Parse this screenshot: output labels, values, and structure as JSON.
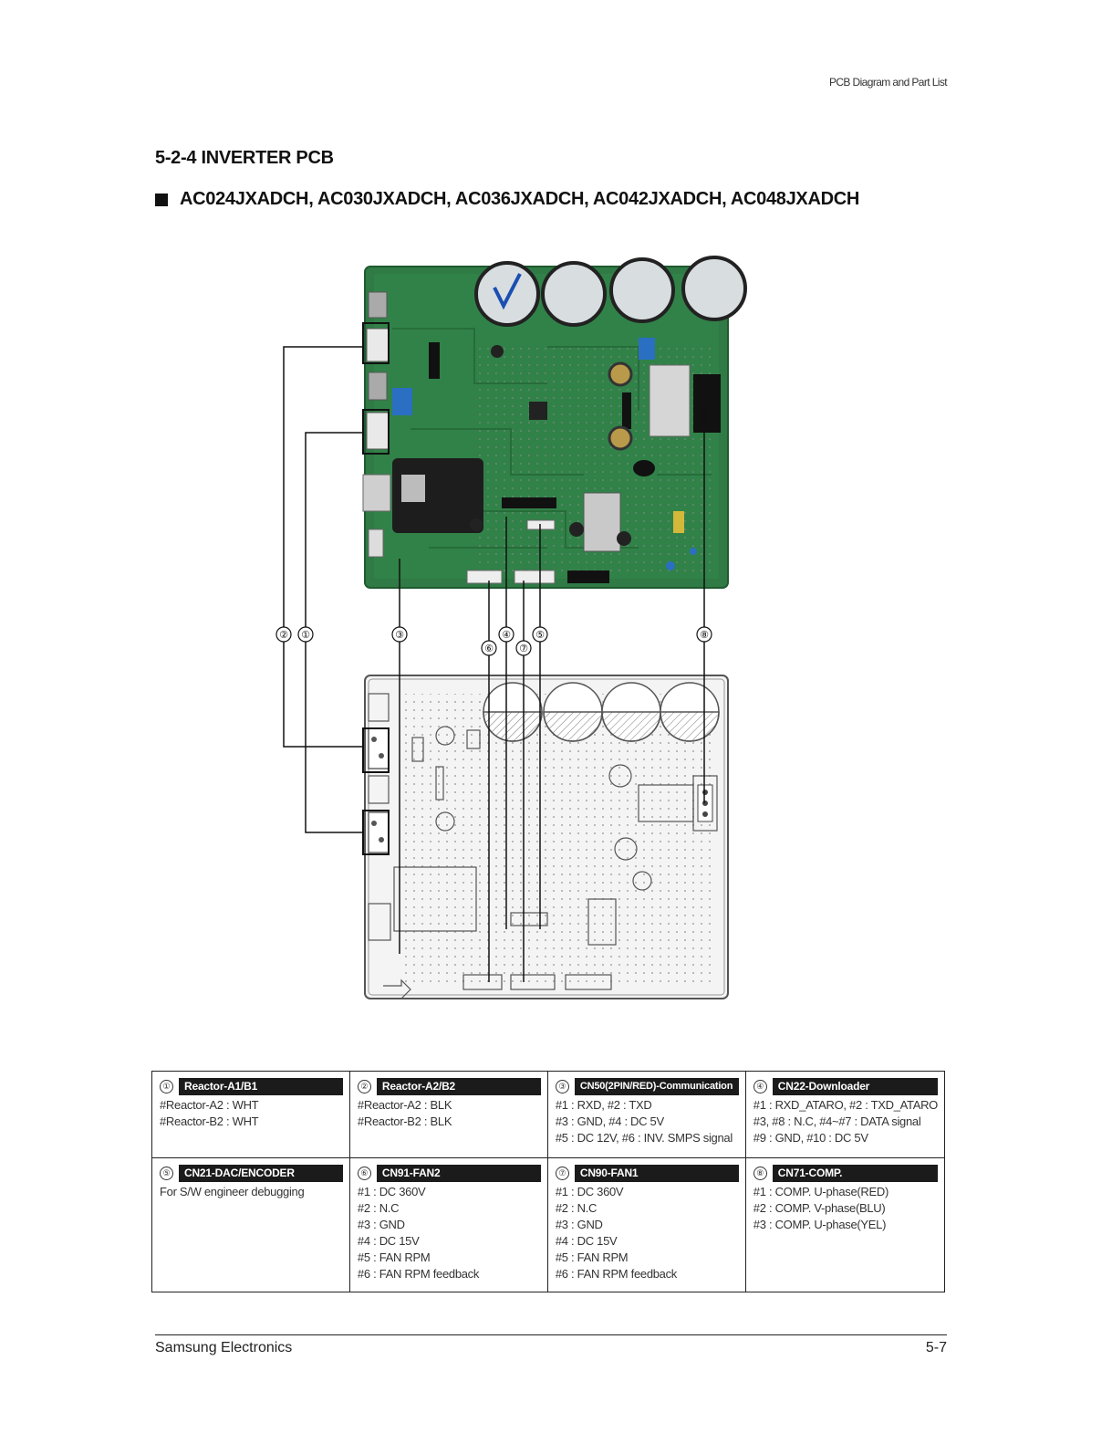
{
  "header": {
    "running_title": "PCB Diagram and Part List"
  },
  "section_title": "5-2-4 INVERTER PCB",
  "models": "AC024JXADCH, AC030JXADCH, AC036JXADCH, AC042JXADCH, AC048JXADCH",
  "callouts": [
    "②",
    "①",
    "③",
    "⑥",
    "④",
    "⑦",
    "⑤",
    "⑧"
  ],
  "parts": [
    {
      "num": "①",
      "name": "Reactor-A1/B1",
      "lines": [
        "#Reactor-A2 : WHT",
        "#Reactor-B2 : WHT"
      ]
    },
    {
      "num": "②",
      "name": "Reactor-A2/B2",
      "lines": [
        "#Reactor-A2 : BLK",
        "#Reactor-B2 : BLK"
      ]
    },
    {
      "num": "③",
      "name": "CN50(2PIN/RED)-Communication",
      "lines": [
        "#1 : RXD, #2 : TXD",
        "#3 : GND, #4 : DC 5V",
        "#5 : DC 12V, #6 : INV. SMPS signal"
      ]
    },
    {
      "num": "④",
      "name": "CN22-Downloader",
      "lines": [
        "#1 : RXD_ATARO, #2 : TXD_ATARO",
        "#3, #8 : N.C, #4~#7 : DATA signal",
        "#9 : GND, #10 : DC 5V"
      ]
    },
    {
      "num": "⑤",
      "name": "CN21-DAC/ENCODER",
      "lines": [
        "For S/W engineer debugging"
      ]
    },
    {
      "num": "⑥",
      "name": "CN91-FAN2",
      "lines": [
        "#1 : DC 360V",
        "#2 : N.C",
        "#3 : GND",
        "#4 : DC 15V",
        "#5 : FAN RPM",
        "#6 : FAN RPM feedback"
      ]
    },
    {
      "num": "⑦",
      "name": "CN90-FAN1",
      "lines": [
        "#1 : DC 360V",
        "#2 : N.C",
        "#3 : GND",
        "#4 : DC 15V",
        "#5 : FAN RPM",
        "#6 : FAN RPM feedback"
      ]
    },
    {
      "num": "⑧",
      "name": "CN71-COMP.",
      "lines": [
        "#1 : COMP. U-phase(RED)",
        "#2 : COMP. V-phase(BLU)",
        "#3 : COMP. U-phase(YEL)"
      ]
    }
  ],
  "footer": {
    "company": "Samsung Electronics",
    "page": "5-7"
  },
  "colors": {
    "pcb_green": "#2f7a45",
    "pcb_dark": "#1f5a30",
    "capacitor": "#d8dde0",
    "silkscreen": "#f4f4f4"
  }
}
